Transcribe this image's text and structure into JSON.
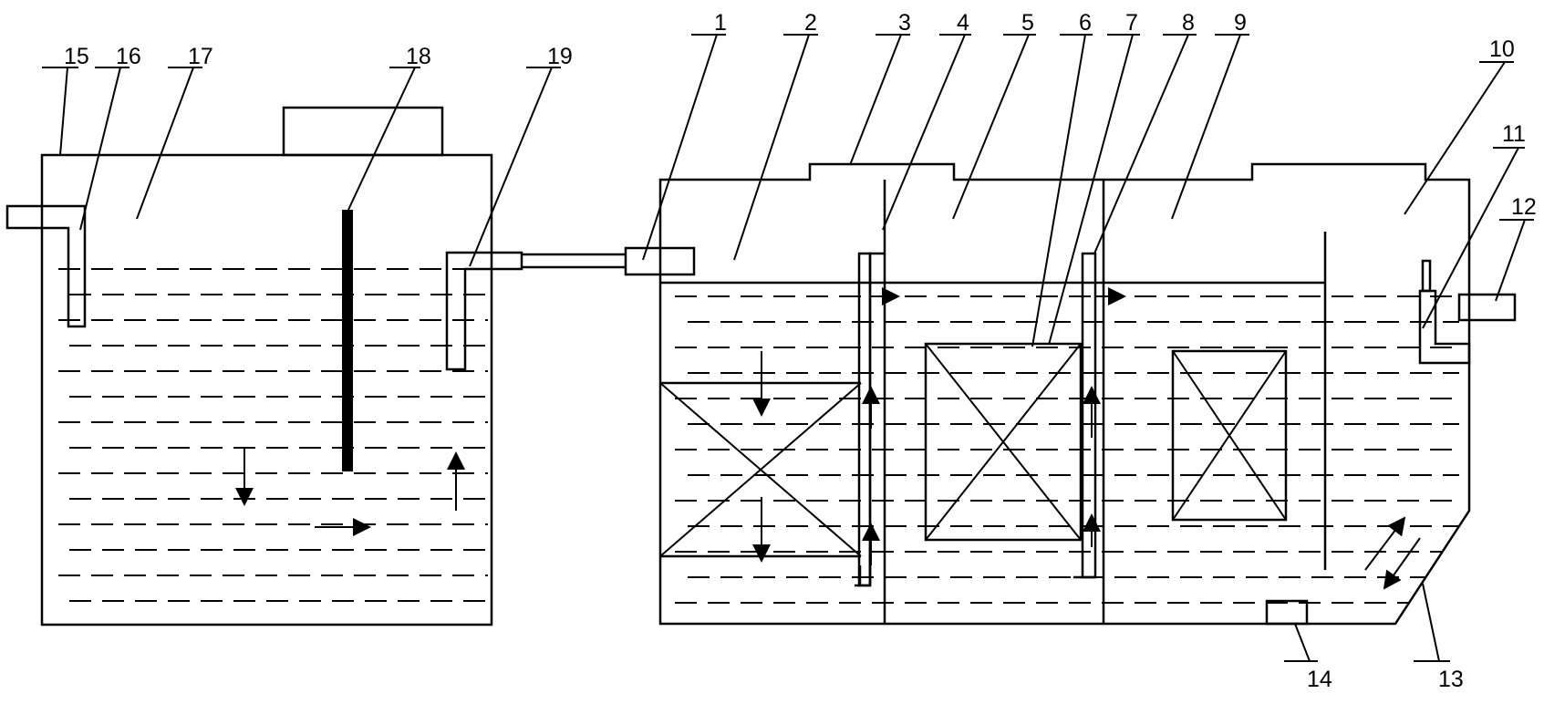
{
  "labels": [
    "1",
    "2",
    "3",
    "4",
    "5",
    "6",
    "7",
    "8",
    "9",
    "10",
    "11",
    "12",
    "13",
    "14",
    "15",
    "16",
    "17",
    "18",
    "19"
  ]
}
